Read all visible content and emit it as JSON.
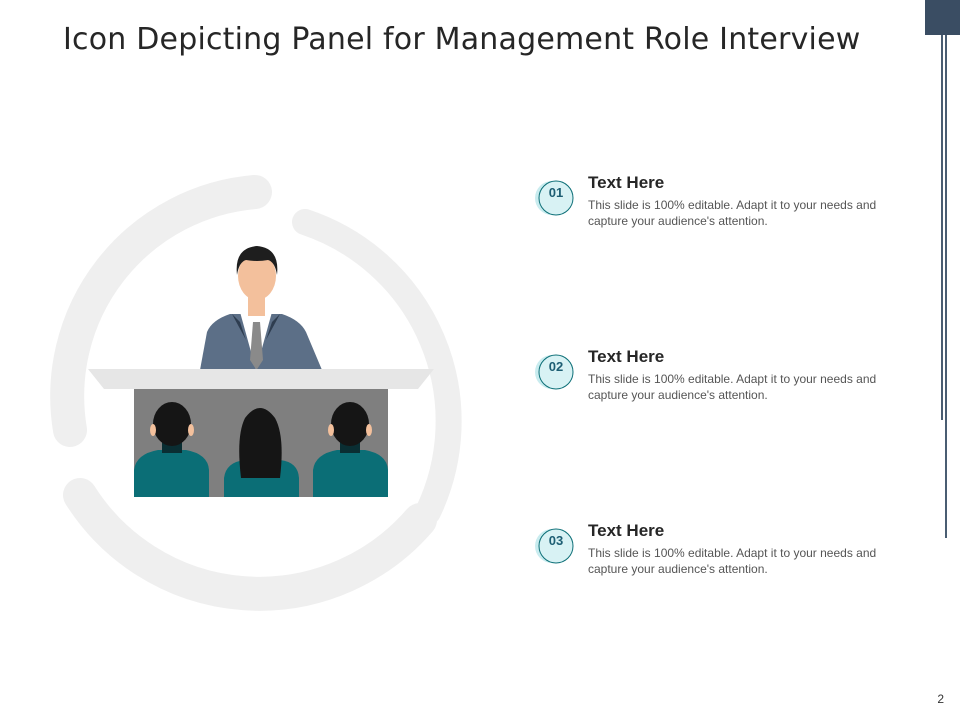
{
  "slide": {
    "title": "Icon Depicting Panel for Management Role Interview",
    "page_number": "2"
  },
  "items": [
    {
      "number": "01",
      "heading": "Text Here",
      "body": "This slide is 100% editable. Adapt it to your needs and capture your audience's attention."
    },
    {
      "number": "02",
      "heading": "Text Here",
      "body": "This slide is 100% editable. Adapt it to your needs and capture your audience's attention."
    },
    {
      "number": "03",
      "heading": "Text Here",
      "body": "This slide is 100% editable. Adapt it to your needs and capture your audience's attention."
    }
  ],
  "colors": {
    "accent_dark": "#3a4d63",
    "teal": "#0b6e76",
    "badge_fill": "#c9ecef",
    "badge_text": "#1d5e73",
    "arc_gray": "#efefef"
  },
  "icons": {
    "illustration": "interview-panel-icon"
  }
}
